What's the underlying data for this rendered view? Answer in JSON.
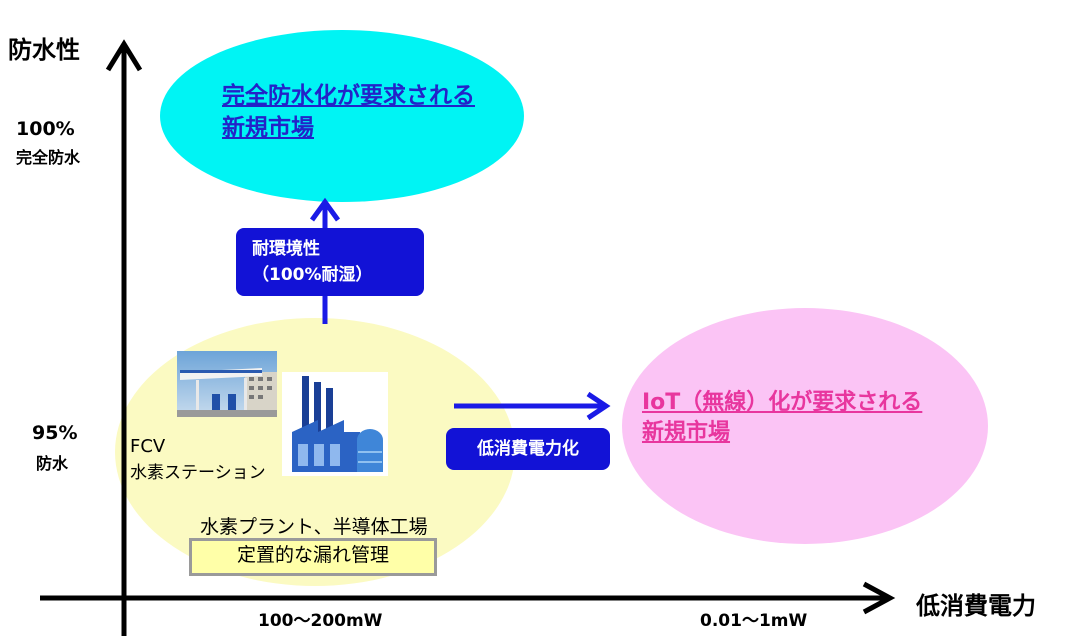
{
  "axes": {
    "y_label": "防水性",
    "x_label": "低消費電力",
    "y_ticks": [
      {
        "value": "100%",
        "desc": "完全防水"
      },
      {
        "value": "95%",
        "desc": "防水"
      }
    ],
    "x_ticks": [
      "100～200mW",
      "0.01～1mW"
    ]
  },
  "markets": {
    "top": {
      "line1": "完全防水化が要求される",
      "line2": "新規市場"
    },
    "right": {
      "line1": "IoT（無線）化が要求される",
      "line2": "新規市場"
    }
  },
  "arrows": {
    "up_label_line1": "耐環境性",
    "up_label_line2": "（100%耐湿）",
    "right_label": "低消費電力化"
  },
  "current": {
    "fcv": "FCV",
    "station": "水素ステーション",
    "plants": "水素プラント、半導体工場",
    "box": "定置的な漏れ管理"
  },
  "colors": {
    "top_market": "#00f4f4",
    "right_market": "#fbc4f5",
    "current_area": "#fbfac2",
    "top_text": "#2323c8",
    "right_text": "#e8369e",
    "arrow_blue": "#1a1ae6"
  }
}
